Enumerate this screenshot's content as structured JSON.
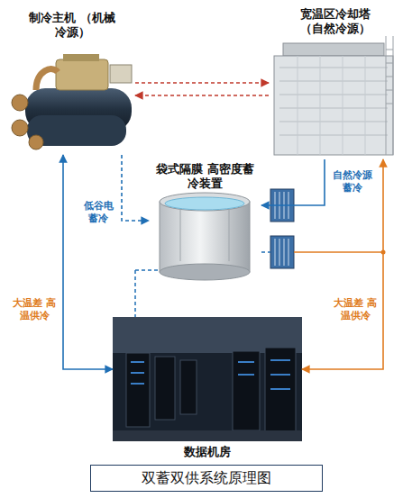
{
  "diagram": {
    "caption": "双蓄双供系统原理图",
    "nodes": [
      {
        "text": [
          "制冷主机 （机械冷源）"
        ]
      },
      {
        "text": [
          "宽温区冷却塔 （自然冷源）"
        ]
      },
      {
        "text": [
          "袋式隔膜 高密度蓄冷装置"
        ]
      },
      {
        "text": [
          "数据机房"
        ]
      }
    ],
    "edges": [
      {
        "from": 0,
        "to": 1,
        "arrow": "both"
      },
      {
        "from": 0,
        "to": 2,
        "label": "低谷电 蓄冷",
        "arrow": "to"
      },
      {
        "from": 1,
        "to": 2,
        "label": "自然冷源 蓄冷",
        "arrow": "to"
      },
      {
        "from": 0,
        "to": 3,
        "label": "大温差 高温供冷",
        "arrow": "both"
      },
      {
        "from": 1,
        "to": 3,
        "label": "大温差 高温供冷",
        "arrow": "both"
      }
    ]
  }
}
